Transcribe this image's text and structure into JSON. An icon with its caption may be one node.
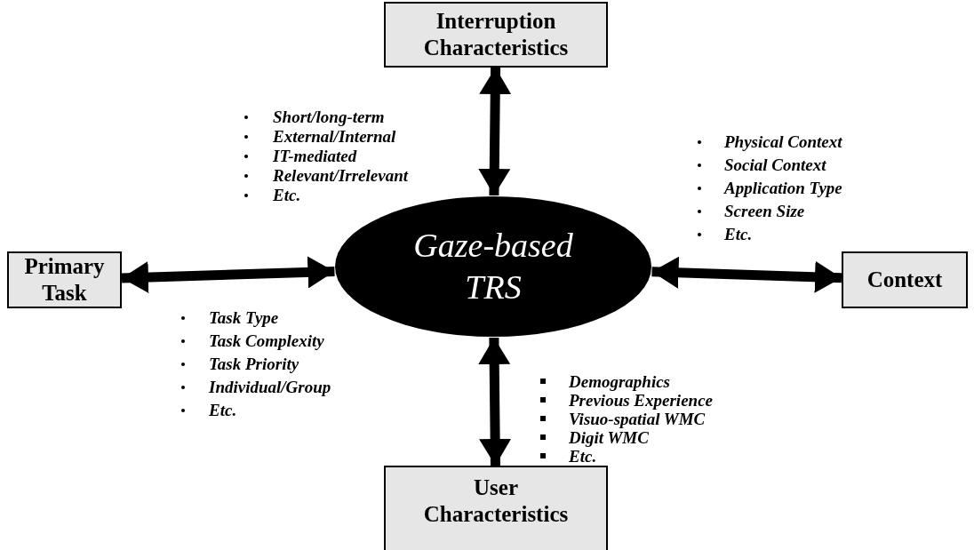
{
  "diagram": {
    "nodes": [
      {
        "text": [
          "Interruption Characteristics"
        ]
      },
      {
        "text": [
          "Primary Task"
        ]
      },
      {
        "text": [
          "Gaze-based TRS"
        ]
      },
      {
        "text": [
          "Context"
        ]
      },
      {
        "text": [
          "User Characteristics"
        ]
      }
    ],
    "edges": [
      {
        "from": 0,
        "to": 2,
        "arrow": "both"
      },
      {
        "from": 1,
        "to": 2,
        "arrow": "both"
      },
      {
        "from": 2,
        "to": 3,
        "arrow": "both"
      },
      {
        "from": 2,
        "to": 4,
        "arrow": "both"
      }
    ],
    "labels": [
      "Short/long-term",
      "External/Internal",
      "IT-mediated",
      "Relevant/Irrelevant",
      "Etc.",
      "Physical Context",
      "Social Context",
      "Application Type",
      "Screen Size",
      "Etc.",
      "Task Type",
      "Task Complexity",
      "Task Priority",
      "Individual/Group",
      "Etc.",
      "Demographics",
      "Previous Experience",
      "Visuo-spatial WMC",
      "Digit WMC",
      "Etc."
    ]
  }
}
